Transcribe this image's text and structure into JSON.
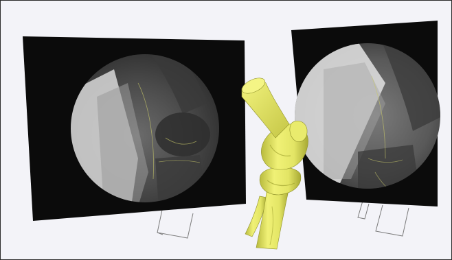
{
  "figure": {
    "caption": "",
    "panels": [
      {
        "id": "left-fluoro",
        "kind": "fluoroscopy-image"
      },
      {
        "id": "right-fluoro",
        "kind": "fluoroscopy-image"
      }
    ],
    "model": {
      "kind": "3d-knee-bone-model",
      "color": "#e6e86a"
    },
    "colors": {
      "background": "#f3f3f8",
      "panel": "#0b0b0b",
      "bone": "#e6e86a",
      "bone_shadow": "#b8b83e",
      "outline_stroke": "#7a7a7a"
    }
  }
}
